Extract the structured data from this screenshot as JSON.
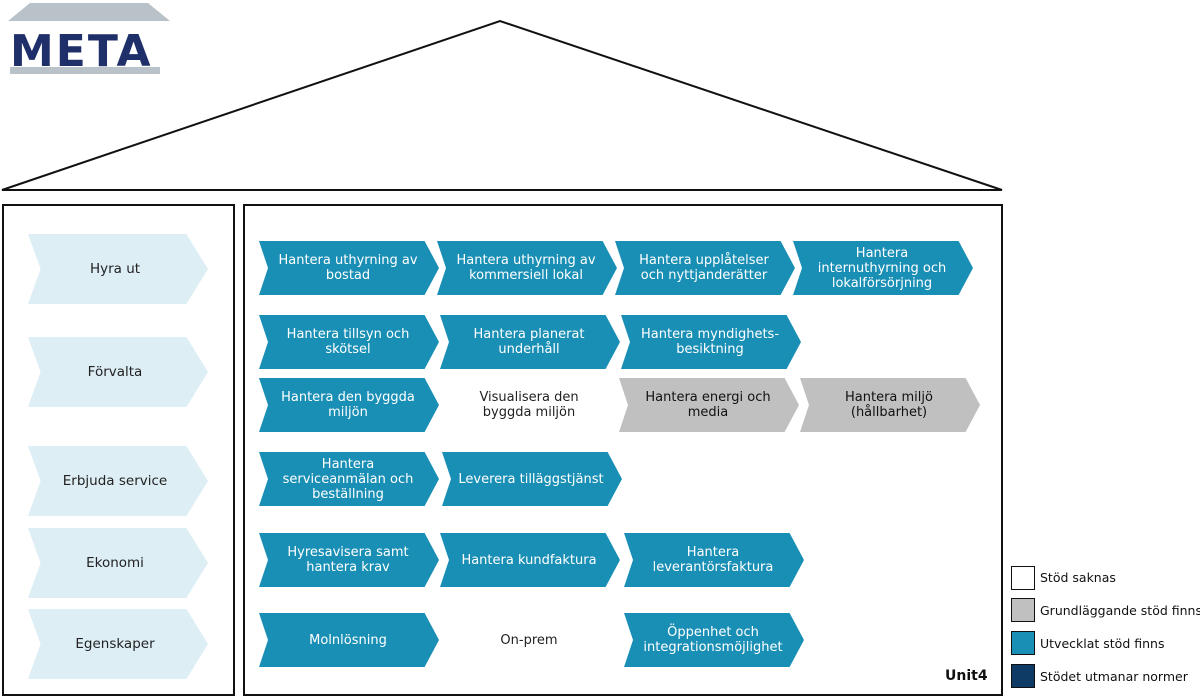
{
  "logo": {
    "text": "META"
  },
  "brand": "Unit4",
  "colors": {
    "developed": "#1a8fb5",
    "basic": "#c0c0c0",
    "missing": "#ffffff",
    "norms": "#0e3a66",
    "left": "#ddeef5",
    "logo_bar": "#b8c2c8",
    "logo_text": "#1f2f6a"
  },
  "categories": [
    {
      "id": "hyra-ut",
      "label": "Hyra ut"
    },
    {
      "id": "forvalta",
      "label": "Förvalta"
    },
    {
      "id": "erbjuda-service",
      "label": "Erbjuda service"
    },
    {
      "id": "ekonomi",
      "label": "Ekonomi"
    },
    {
      "id": "egenskaper",
      "label": "Egenskaper"
    }
  ],
  "processes": [
    {
      "id": "p1",
      "label": "Hantera uthyrning av bostad",
      "status": "developed"
    },
    {
      "id": "p2",
      "label": "Hantera uthyrning av kommersiell lokal",
      "status": "developed"
    },
    {
      "id": "p3",
      "label": "Hantera upplåtelser och nyttjanderätter",
      "status": "developed"
    },
    {
      "id": "p4",
      "label": "Hantera internuthyrning och lokalförsörjning",
      "status": "developed"
    },
    {
      "id": "p5",
      "label": "Hantera tillsyn och skötsel",
      "status": "developed"
    },
    {
      "id": "p6",
      "label": "Hantera planerat underhåll",
      "status": "developed"
    },
    {
      "id": "p7",
      "label": "Hantera myndighets-besiktning",
      "status": "developed"
    },
    {
      "id": "p8",
      "label": "Hantera den byggda miljön",
      "status": "developed"
    },
    {
      "id": "p9",
      "label": "Visualisera den byggda miljön",
      "status": "missing"
    },
    {
      "id": "p10",
      "label": "Hantera energi och media",
      "status": "basic"
    },
    {
      "id": "p11",
      "label": "Hantera miljö (hållbarhet)",
      "status": "basic"
    },
    {
      "id": "p12",
      "label": "Hantera serviceanmälan och beställning",
      "status": "developed"
    },
    {
      "id": "p13",
      "label": "Leverera tilläggstjänst",
      "status": "developed"
    },
    {
      "id": "p14",
      "label": "Hyresavisera samt hantera krav",
      "status": "developed"
    },
    {
      "id": "p15",
      "label": "Hantera kundfaktura",
      "status": "developed"
    },
    {
      "id": "p16",
      "label": "Hantera leverantörsfaktura",
      "status": "developed"
    },
    {
      "id": "p17",
      "label": "Molnlösning",
      "status": "developed"
    },
    {
      "id": "p18",
      "label": "On-prem",
      "status": "missing"
    },
    {
      "id": "p19",
      "label": "Öppenhet och integrationsmöjlighet",
      "status": "developed"
    }
  ],
  "legend": [
    {
      "id": "missing",
      "label": "Stöd saknas"
    },
    {
      "id": "basic",
      "label": "Grundläggande stöd finns"
    },
    {
      "id": "developed",
      "label": "Utvecklat stöd finns"
    },
    {
      "id": "norms",
      "label": "Stödet utmanar normer"
    }
  ]
}
